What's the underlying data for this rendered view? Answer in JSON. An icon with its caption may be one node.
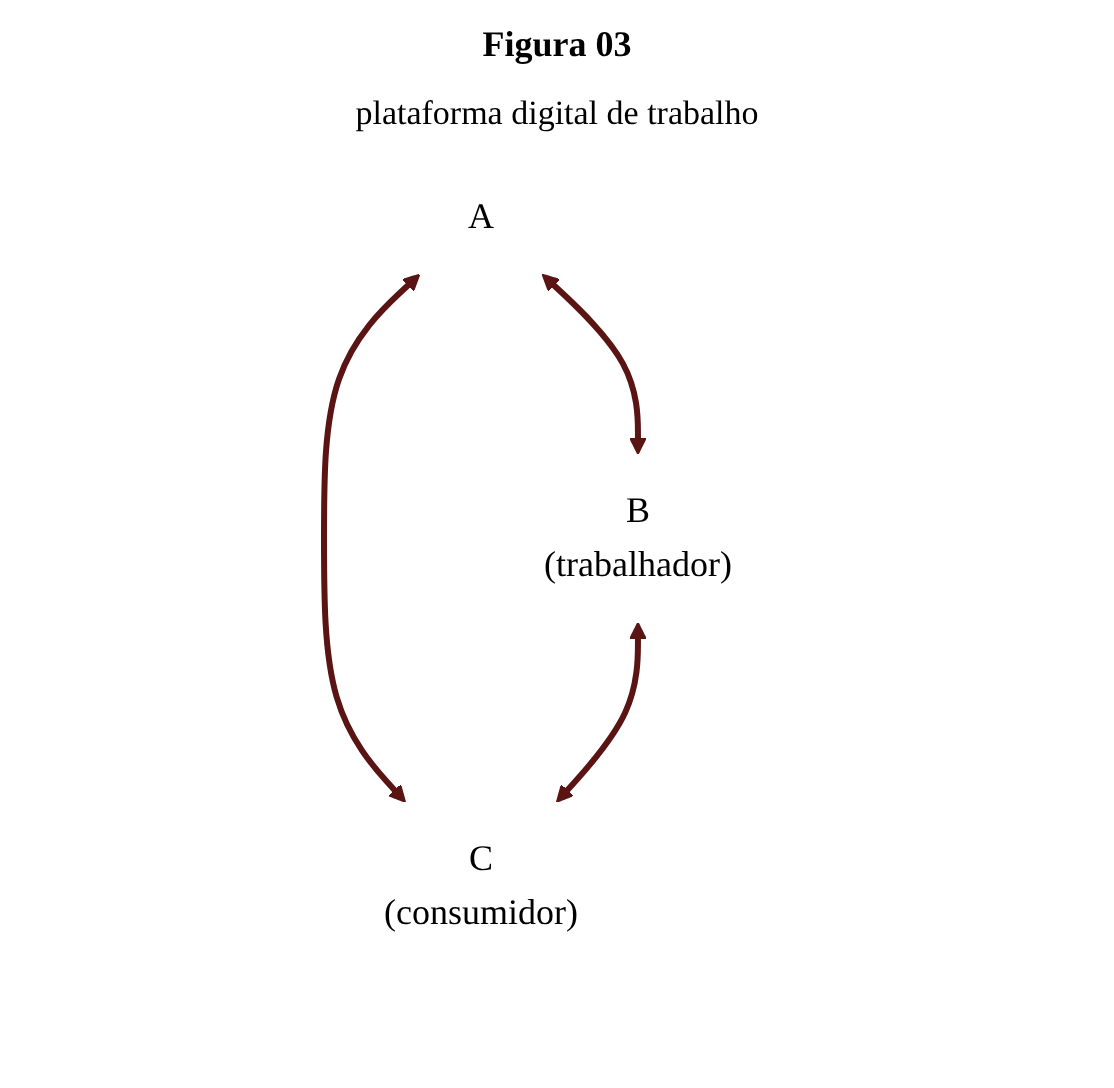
{
  "diagram": {
    "title": "Figura 03",
    "caption": "plataforma digital de trabalho",
    "nodes": [
      {
        "text": [
          "A"
        ]
      },
      {
        "text": [
          "B",
          "(trabalhador)"
        ]
      },
      {
        "text": [
          "C",
          "(consumidor)"
        ]
      }
    ],
    "edges": [
      {
        "from": 0,
        "to": 1,
        "arrow": "both"
      },
      {
        "from": 0,
        "to": 2,
        "arrow": "both"
      },
      {
        "from": 1,
        "to": 2,
        "arrow": "both"
      }
    ]
  }
}
